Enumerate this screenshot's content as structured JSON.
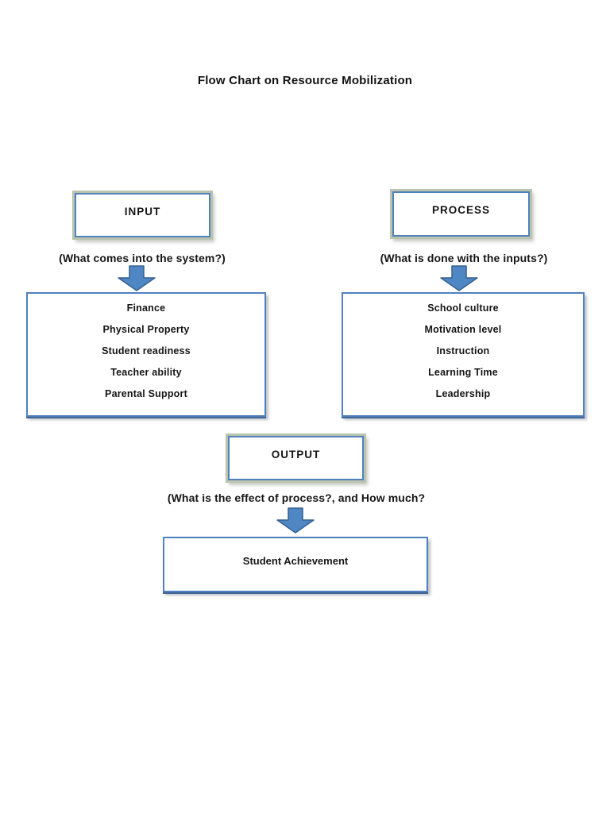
{
  "page": {
    "title": "Flow Chart on Resource Mobilization"
  },
  "colors": {
    "box_border_blue": "#4f81bd",
    "box_shadow_dark_blue": "#385d8a",
    "header_glow_sage": "#b9c3ae",
    "arrow_fill": "#4f86c4",
    "arrow_stroke": "#36618e",
    "text": "#161616",
    "background": "#ffffff"
  },
  "icons": {
    "down_arrow": "block-arrow-down"
  },
  "flow": {
    "input": {
      "label": "INPUT",
      "question": "(What comes into the system?)",
      "items": [
        "Finance",
        "Physical Property",
        "Student readiness",
        "Teacher ability",
        "Parental Support"
      ]
    },
    "process": {
      "label": "PROCESS",
      "question": "(What is done with the inputs?)",
      "items": [
        "School culture",
        "Motivation level",
        "Instruction",
        "Learning Time",
        "Leadership"
      ]
    },
    "output": {
      "label": "OUTPUT",
      "question": "(What is the effect of process?, and How much?",
      "result": "Student Achievement"
    }
  }
}
